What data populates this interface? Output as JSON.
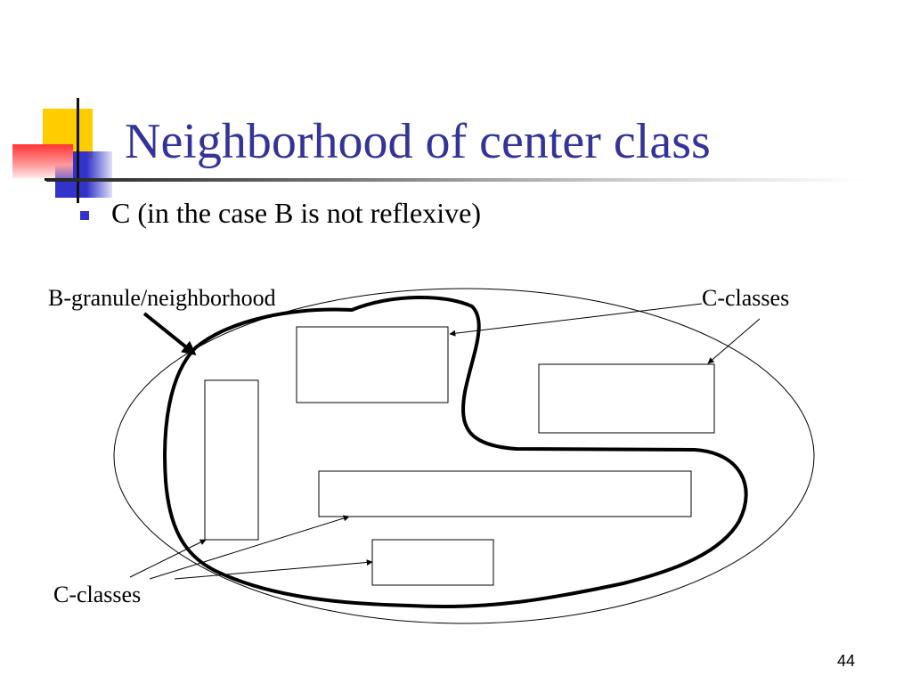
{
  "slide": {
    "title": "Neighborhood of center class",
    "bullet": "C (in the case B is not reflexive)",
    "page_number": "44"
  },
  "diagram": {
    "label_granule": "B-granule/neighborhood",
    "label_cclasses_top": "C-classes",
    "label_cclasses_bottom": "C-classes"
  },
  "colors": {
    "title": "#333399",
    "bullet": "#3333cc",
    "deco_yellow": "#ffcc00",
    "deco_red": "#ff3333",
    "deco_blue": "#3333cc"
  }
}
